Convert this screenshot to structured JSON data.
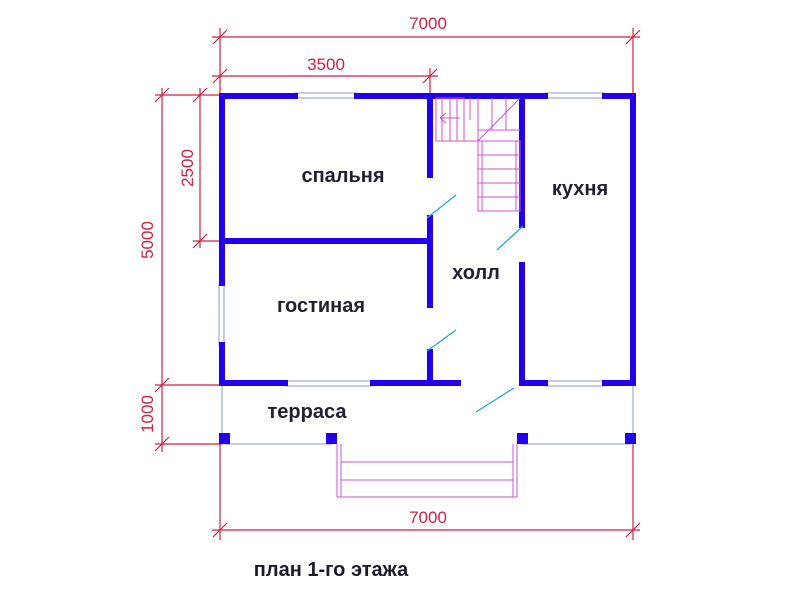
{
  "caption": "план 1-го этажа",
  "rooms": {
    "bedroom": "спальня",
    "kitchen": "кухня",
    "hall": "холл",
    "living_room": "гостиная",
    "terrace": "терраса"
  },
  "dimensions": {
    "top_overall": "7000",
    "top_partial": "3500",
    "left_overall": "5000",
    "left_partial": "2500",
    "left_terrace": "1000",
    "bottom_overall": "7000"
  },
  "colors": {
    "wall": "#2200ee",
    "dimension": "#cc2244",
    "door": "#22aacc",
    "stairs": "#cc55cc",
    "window": "#8899cc"
  }
}
